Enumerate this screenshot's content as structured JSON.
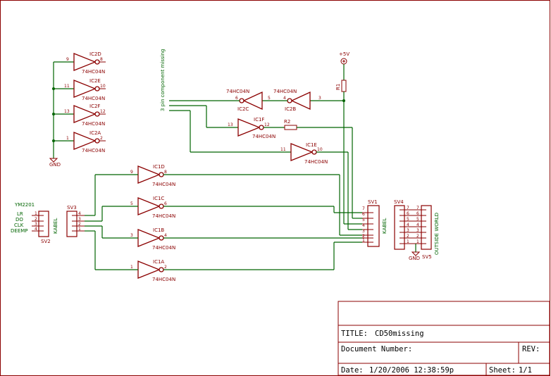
{
  "diagram": {
    "inverters_left": [
      {
        "name": "IC2D",
        "value": "74HC04N",
        "in_pin": "9",
        "out_pin": "8"
      },
      {
        "name": "IC2E",
        "value": "74HC04N",
        "in_pin": "11",
        "out_pin": "10"
      },
      {
        "name": "IC2F",
        "value": "74HC04N",
        "in_pin": "13",
        "out_pin": "12"
      },
      {
        "name": "IC2A",
        "value": "74HC04N",
        "in_pin": "1",
        "out_pin": "2"
      }
    ],
    "gnd_label": "GND",
    "missing_note": "3 pin component missing",
    "top_chain": [
      {
        "name": "IC2C",
        "value": "74HC04N",
        "in_pin": "5",
        "out_pin": "6"
      },
      {
        "name": "IC2B",
        "value": "74HC04N",
        "in_pin": "3",
        "out_pin": "4"
      }
    ],
    "ic1f": {
      "name": "IC1F",
      "value": "74HC04N",
      "in_pin": "13",
      "out_pin": "12"
    },
    "r2": {
      "name": "R2"
    },
    "r1": {
      "name": "R1"
    },
    "vcc": {
      "name": "+5V"
    },
    "ic1e": {
      "name": "IC1E",
      "value": "74HC04N",
      "in_pin": "11",
      "out_pin": "10"
    },
    "inverters_center": [
      {
        "name": "IC1D",
        "value": "74HC04N",
        "in_pin": "9",
        "out_pin": "8"
      },
      {
        "name": "IC1C",
        "value": "74HC04N",
        "in_pin": "5",
        "out_pin": "6"
      },
      {
        "name": "IC1B",
        "value": "74HC04N",
        "in_pin": "3",
        "out_pin": "4"
      },
      {
        "name": "IC1A",
        "value": "74HC04N",
        "in_pin": "1",
        "out_pin": "2"
      }
    ],
    "ym2201": {
      "title": "YM2201",
      "signals": [
        "LR",
        "DO",
        "CLK",
        "DEEMP"
      ]
    },
    "sv2": {
      "name": "SV2",
      "label": "KABEL",
      "pins": [
        "1",
        "2",
        "3",
        "4"
      ]
    },
    "sv3": {
      "name": "SV3",
      "pins": [
        "4",
        "3",
        "2",
        "1"
      ]
    },
    "sv1": {
      "name": "SV1",
      "label": "KABEL",
      "pins": [
        "7",
        "6",
        "5",
        "4",
        "3",
        "2",
        "1"
      ]
    },
    "sv4": {
      "name": "SV4",
      "pins": [
        "7",
        "6",
        "5",
        "4",
        "3",
        "2",
        "1"
      ]
    },
    "sv5": {
      "name": "SV5",
      "label": "OUTSIDE WORLD",
      "pins": [
        "7",
        "6",
        "5",
        "4",
        "3",
        "2",
        "1"
      ]
    },
    "gnd2_label": "GND"
  },
  "title_block": {
    "title_label": "TITLE:",
    "title_value": "CD50missing",
    "docnum_label": "Document Number:",
    "rev_label": "REV:",
    "date_label": "Date:",
    "date_value": "1/20/2006 12:38:59p",
    "sheet_label": "Sheet:",
    "sheet_value": "1/1"
  }
}
